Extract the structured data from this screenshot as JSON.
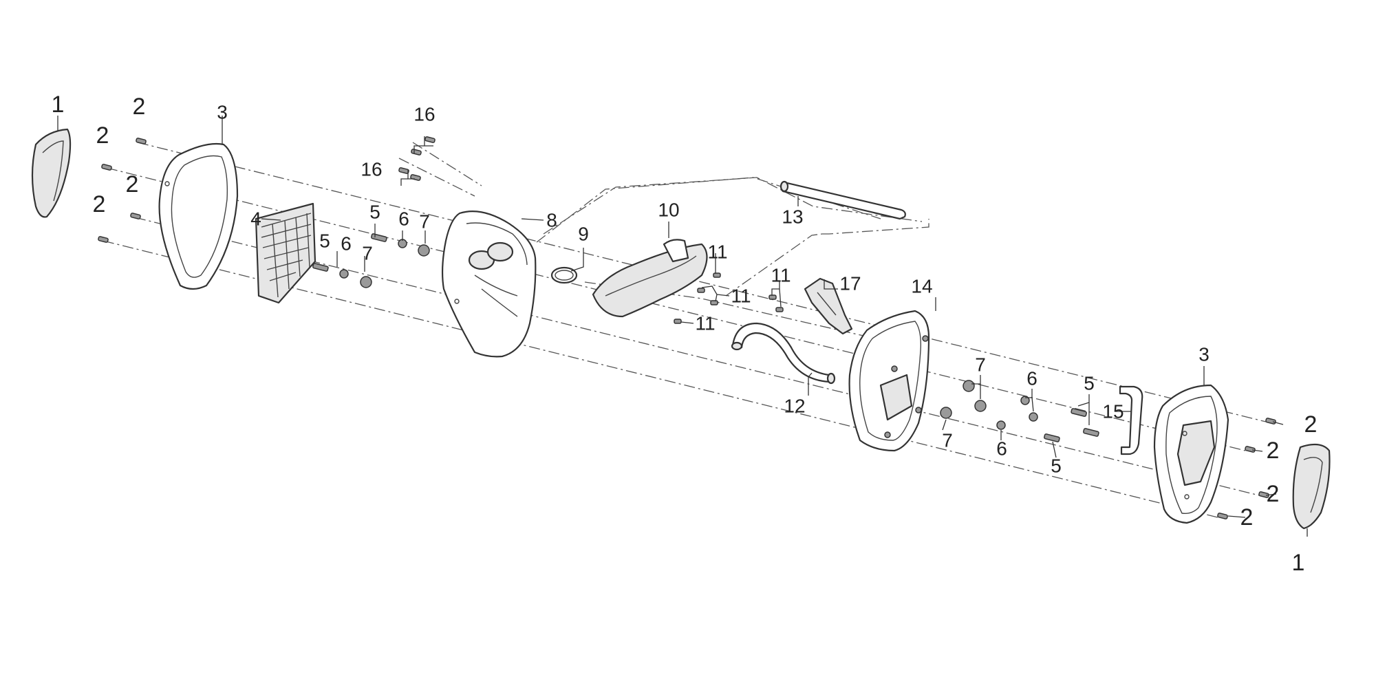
{
  "callouts": {
    "c1a": "1",
    "c1b": "1",
    "c2a": "2",
    "c2b": "2",
    "c2c": "2",
    "c2d": "2",
    "c2e": "2",
    "c2f": "2",
    "c2g": "2",
    "c2h": "2",
    "c3a": "3",
    "c3b": "3",
    "c4": "4",
    "c5a": "5",
    "c5b": "5",
    "c5c": "5",
    "c5d": "5",
    "c6a": "6",
    "c6b": "6",
    "c6c": "6",
    "c6d": "6",
    "c7a": "7",
    "c7b": "7",
    "c7c": "7",
    "c7d": "7",
    "c8": "8",
    "c9": "9",
    "c10": "10",
    "c11a": "11",
    "c11b": "11",
    "c11c": "11",
    "c11d": "11",
    "c12": "12",
    "c13": "13",
    "c14": "14",
    "c15": "15",
    "c16a": "16",
    "c16b": "16",
    "c17": "17"
  }
}
